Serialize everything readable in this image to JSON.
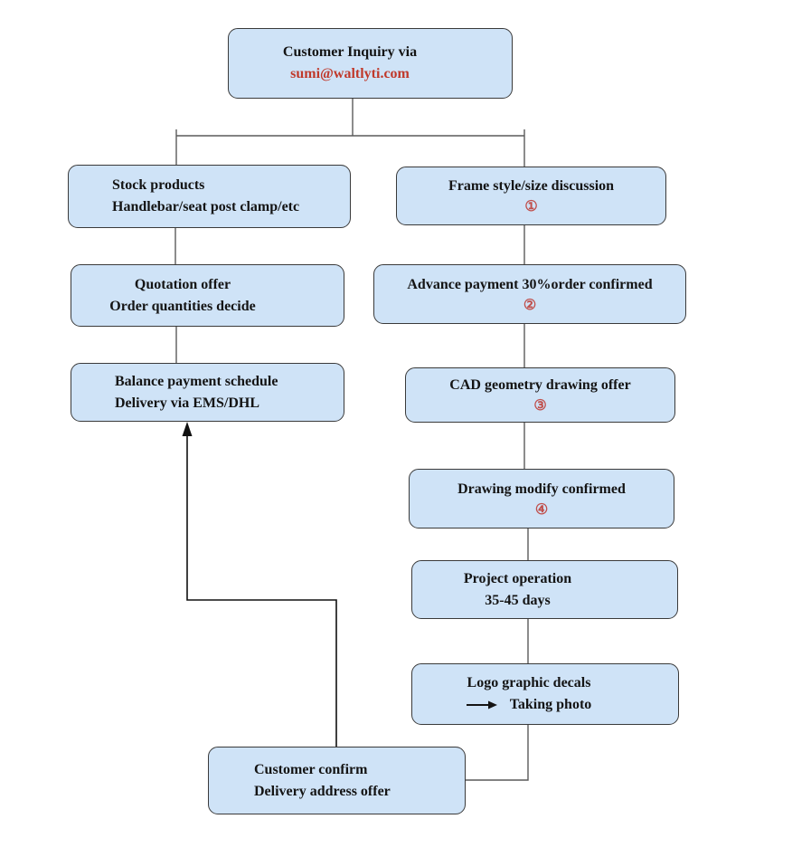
{
  "diagram_type": "flowchart",
  "colors": {
    "box_fill": "#cfe3f7",
    "box_border": "#3a3a3a",
    "text": "#141414",
    "email_red": "#c0392b",
    "badge_red": "#c0504d",
    "connector_gray": "#5a5a5a",
    "loop_black": "#101010"
  },
  "nodes": {
    "inquiry": {
      "line1": "Customer Inquiry via",
      "line2": "sumi@waltlyti.com"
    },
    "stock": {
      "line1": "Stock products",
      "line2": "Handlebar/seat post clamp/etc"
    },
    "frame": {
      "line1": "Frame style/size discussion",
      "badge": "①"
    },
    "quotation": {
      "line1": "Quotation offer",
      "line2": "Order quantities decide"
    },
    "advance": {
      "line1": "Advance payment 30%order confirmed",
      "badge": "②"
    },
    "balance": {
      "line1": "Balance payment schedule",
      "line2": "Delivery via EMS/DHL"
    },
    "cad": {
      "line1": "CAD geometry drawing offer",
      "badge": "③"
    },
    "drawing": {
      "line1": "Drawing modify confirmed",
      "badge": "④"
    },
    "project": {
      "line1": "Project operation",
      "line2": "35-45 days"
    },
    "logo": {
      "line1": "Logo graphic decals",
      "line2": "Taking photo"
    },
    "confirm": {
      "line1": "Customer confirm",
      "line2": "Delivery address offer"
    }
  }
}
